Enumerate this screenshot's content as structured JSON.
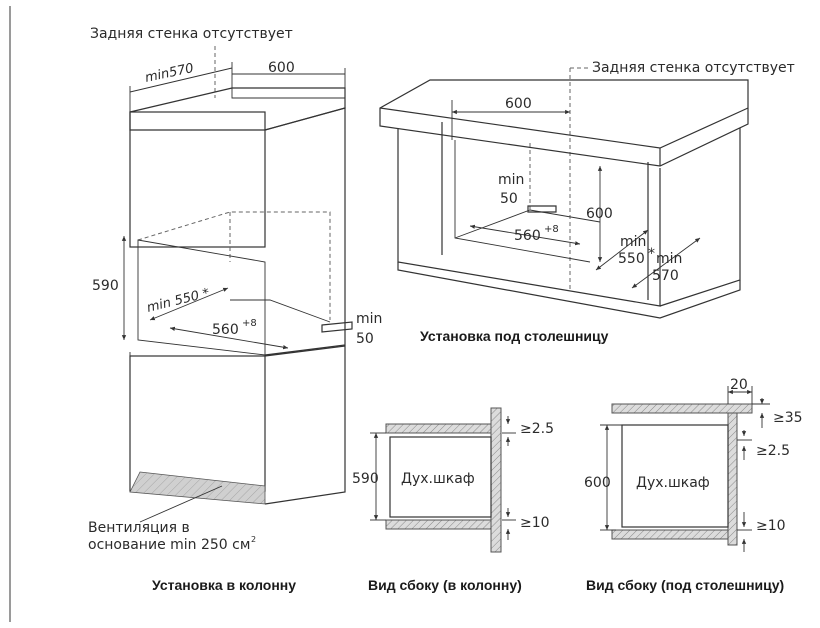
{
  "column": {
    "back_wall": "Задняя стенка отсутствует",
    "depth_min": "min570",
    "width": "600",
    "height": "590",
    "min_depth_inner": "min 550 *",
    "inner_width": "560",
    "inner_width_sup": "+8",
    "gap_min": "min",
    "gap_value": "50",
    "vent_line1": "Вентиляция в",
    "vent_line2": "основание min 250 см",
    "vent_sup": "2",
    "caption": "Установка в колонну"
  },
  "under_counter": {
    "back_wall": "Задняя стенка отсутствует",
    "width": "600",
    "gap_min": "min",
    "gap_value": "50",
    "height": "600",
    "inner_width": "560",
    "inner_width_sup": "+8",
    "depth_min_label": "min",
    "depth_min_value": "550",
    "depth_star": "*",
    "depth2_min": "min",
    "depth2_value": "570",
    "caption": "Установка под столешницу"
  },
  "side_column": {
    "oven_label": "Дух.шкаф",
    "height": "590",
    "top_gap": "≥2.5",
    "bottom_gap": "≥10",
    "caption": "Вид сбоку (в колонну)"
  },
  "side_counter": {
    "oven_label": "Дух.шкаф",
    "height": "600",
    "top_offset": "20",
    "top_gap": "≥35",
    "mid_gap": "≥2.5",
    "bottom_gap": "≥10",
    "caption": "Вид сбоку (под столешницу)"
  }
}
